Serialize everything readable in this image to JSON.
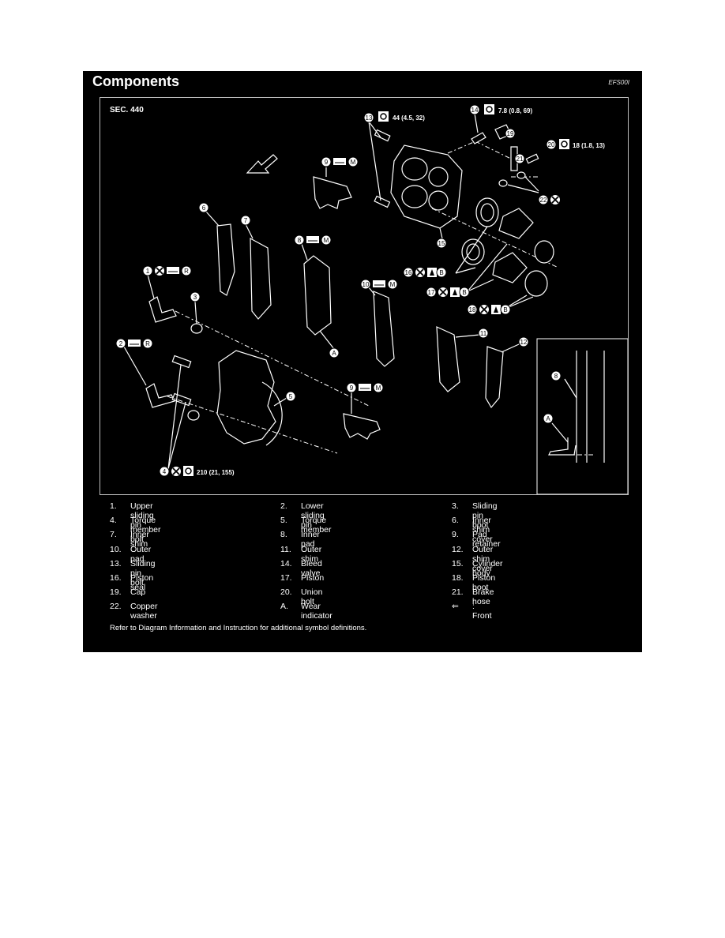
{
  "header": {
    "title": "Components",
    "code": "EFS00I"
  },
  "figure": {
    "section": "SEC. 440",
    "image_id": "WFIA0643E",
    "torque_labels": [
      {
        "item": "13",
        "value": "44 (4.5, 32)"
      },
      {
        "item": "14",
        "value": "7.8 (0.8, 69)"
      },
      {
        "item": "20",
        "value": "18 (1.8, 13)"
      },
      {
        "item": "4",
        "value": "210 (21, 155)"
      }
    ],
    "callouts": [
      "1",
      "2",
      "3",
      "4",
      "5",
      "6",
      "7",
      "8",
      "9",
      "10",
      "11",
      "12",
      "13",
      "14",
      "15",
      "16",
      "17",
      "18",
      "19",
      "20",
      "21",
      "22",
      "A"
    ],
    "symbol_letters": {
      "r": "R",
      "m": "M",
      "b": "B"
    }
  },
  "legend": {
    "rows": [
      [
        {
          "num": "1.",
          "name": "Upper sliding pin"
        },
        {
          "num": "2.",
          "name": "Lower sliding pin"
        },
        {
          "num": "3.",
          "name": "Sliding pin boot"
        }
      ],
      [
        {
          "num": "4.",
          "name": "Torque member bolt"
        },
        {
          "num": "5.",
          "name": "Torque member"
        },
        {
          "num": "6.",
          "name": "Inner shim cover"
        }
      ],
      [
        {
          "num": "7.",
          "name": "Inner shim"
        },
        {
          "num": "8.",
          "name": "Inner pad"
        },
        {
          "num": "9.",
          "name": "Pad retainer"
        }
      ],
      [
        {
          "num": "10.",
          "name": "Outer pad"
        },
        {
          "num": "11.",
          "name": "Outer shim"
        },
        {
          "num": "12.",
          "name": "Outer shim cover"
        }
      ],
      [
        {
          "num": "13.",
          "name": "Sliding pin bolt"
        },
        {
          "num": "14.",
          "name": "Bleed valve"
        },
        {
          "num": "15.",
          "name": "Cylinder body"
        }
      ],
      [
        {
          "num": "16.",
          "name": "Piston seal"
        },
        {
          "num": "17.",
          "name": "Piston"
        },
        {
          "num": "18.",
          "name": "Piston boot"
        }
      ],
      [
        {
          "num": "19.",
          "name": "Cap"
        },
        {
          "num": "20.",
          "name": "Union bolt"
        },
        {
          "num": "21.",
          "name": "Brake hose"
        }
      ],
      [
        {
          "num": "22.",
          "name": "Copper washer"
        },
        {
          "num": "A.",
          "name": "Wear indicator"
        },
        {
          "num": "⇐",
          "name": ": Front"
        }
      ]
    ]
  },
  "note": "Refer to Diagram Information and Instruction for additional symbol definitions."
}
